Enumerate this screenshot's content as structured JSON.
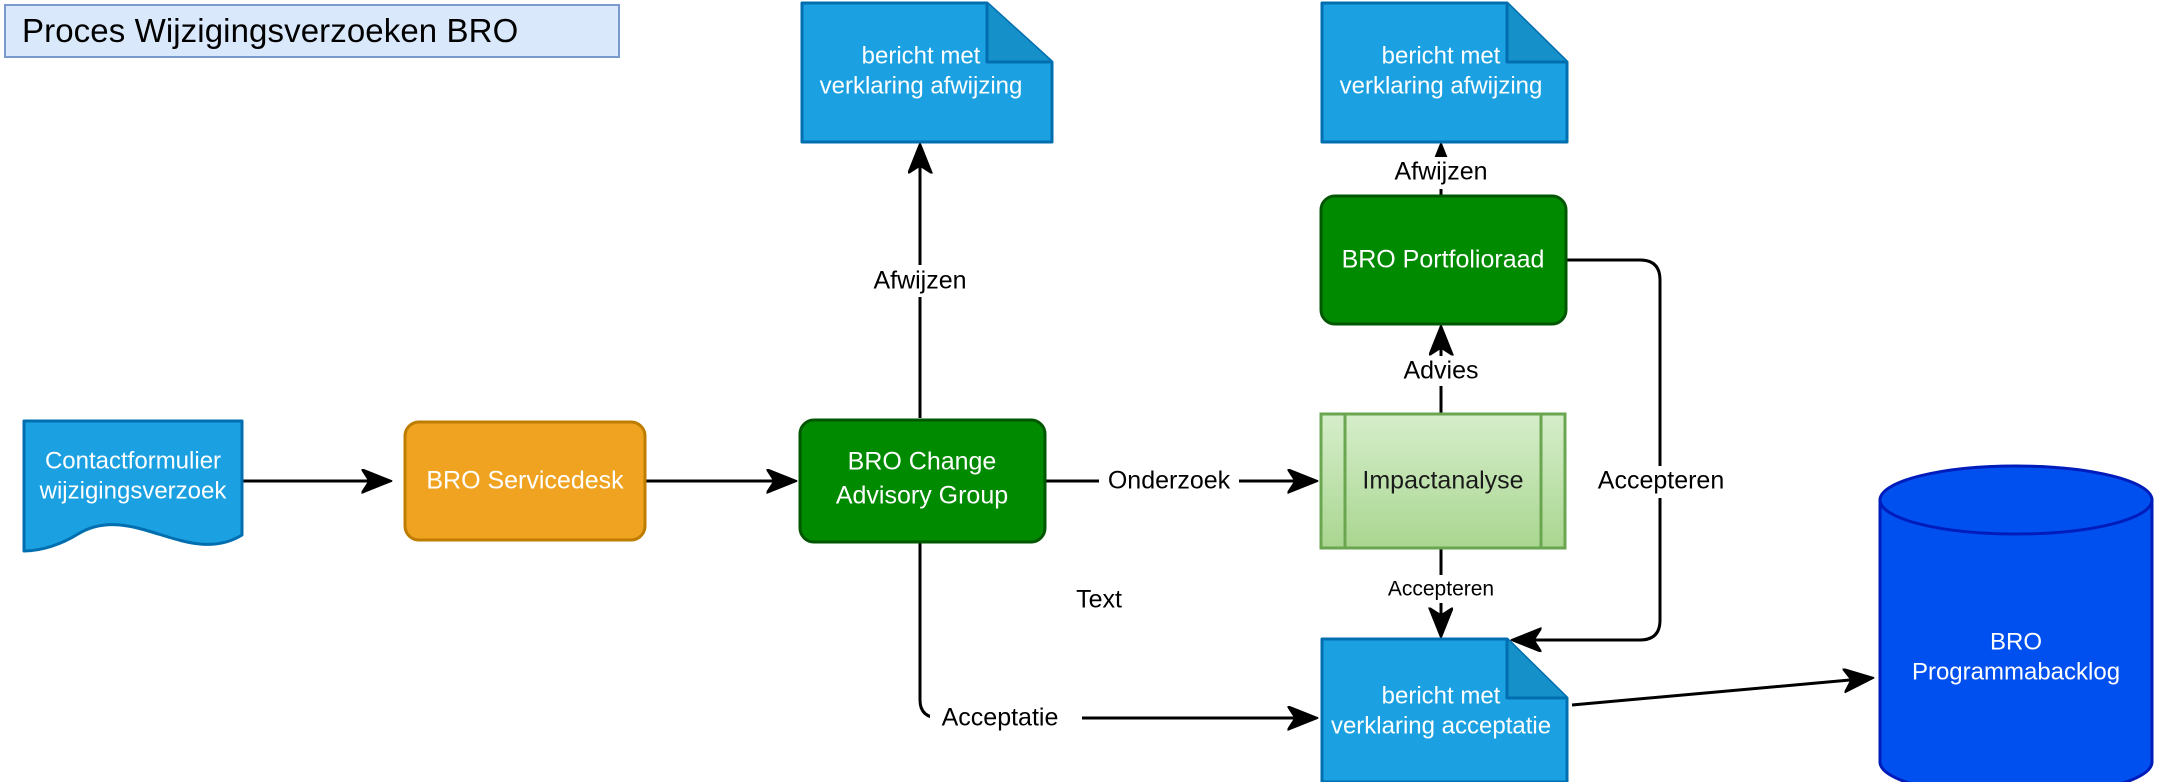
{
  "diagram": {
    "title": "Proces Wijzigingsverzoeken BRO",
    "colors": {
      "title_fill": "#dae8fc",
      "title_stroke": "#7a9acd",
      "blue_fill": "#1ba1e2",
      "blue_stroke": "#006eaf",
      "orange_fill": "#efa320",
      "orange_stroke": "#bf7d00",
      "green_fill": "#008a00",
      "green_stroke": "#005700",
      "lightgreen_fill": "#b9e0a5",
      "lightgreen_stroke": "#6aa64f",
      "darkblue_fill": "#0050ef",
      "darkblue_stroke": "#001dbc",
      "edge_stroke": "#000000"
    },
    "nodes": [
      {
        "id": "contactformulier",
        "shape": "document",
        "lines": [
          "Contactformulier",
          "wijzigingsverzoek"
        ],
        "fill": "#1ba1e2",
        "stroke": "#006eaf"
      },
      {
        "id": "servicedesk",
        "shape": "rounded-rect",
        "lines": [
          "BRO Servicedesk"
        ],
        "fill": "#efa320",
        "stroke": "#bf7d00"
      },
      {
        "id": "change-advisory-group",
        "shape": "rounded-rect",
        "lines": [
          "BRO Change",
          "Advisory Group"
        ],
        "fill": "#008a00",
        "stroke": "#005700"
      },
      {
        "id": "afwijzing-note-left",
        "shape": "note",
        "lines": [
          "bericht met",
          "verklaring afwijzing"
        ],
        "fill": "#1ba1e2",
        "stroke": "#006eaf"
      },
      {
        "id": "afwijzing-note-right",
        "shape": "note",
        "lines": [
          "bericht met",
          "verklaring afwijzing"
        ],
        "fill": "#1ba1e2",
        "stroke": "#006eaf"
      },
      {
        "id": "portfolioraad",
        "shape": "rounded-rect",
        "lines": [
          "BRO Portfolioraad"
        ],
        "fill": "#008a00",
        "stroke": "#005700"
      },
      {
        "id": "impactanalyse",
        "shape": "predefined-process",
        "lines": [
          "Impactanalyse"
        ],
        "fill": "#b9e0a5",
        "stroke": "#6aa64f"
      },
      {
        "id": "acceptatie-note",
        "shape": "note",
        "lines": [
          "bericht met",
          "verklaring acceptatie"
        ],
        "fill": "#1ba1e2",
        "stroke": "#006eaf"
      },
      {
        "id": "programmabacklog",
        "shape": "cylinder",
        "lines": [
          "BRO",
          "Programmabacklog"
        ],
        "fill": "#0050ef",
        "stroke": "#001dbc"
      }
    ],
    "edges": [
      {
        "id": "edge-contactformulier-servicedesk",
        "label": ""
      },
      {
        "id": "edge-servicedesk-cag",
        "label": ""
      },
      {
        "id": "edge-cag-afwijzing",
        "label": "Afwijzen"
      },
      {
        "id": "edge-cag-impactanalyse",
        "label": "Onderzoek"
      },
      {
        "id": "edge-cag-acceptatie",
        "label": "Acceptatie"
      },
      {
        "id": "edge-impactanalyse-portfolioraad",
        "label": "Advies"
      },
      {
        "id": "edge-portfolioraad-afwijzing",
        "label": "Afwijzen"
      },
      {
        "id": "edge-portfolioraad-acceptatie",
        "label": "Accepteren"
      },
      {
        "id": "edge-impactanalyse-acceptatie",
        "label": "Accepteren"
      },
      {
        "id": "edge-acceptatie-backlog",
        "label": ""
      }
    ],
    "free_text": [
      {
        "id": "free-text-1",
        "label": "Text"
      }
    ]
  }
}
